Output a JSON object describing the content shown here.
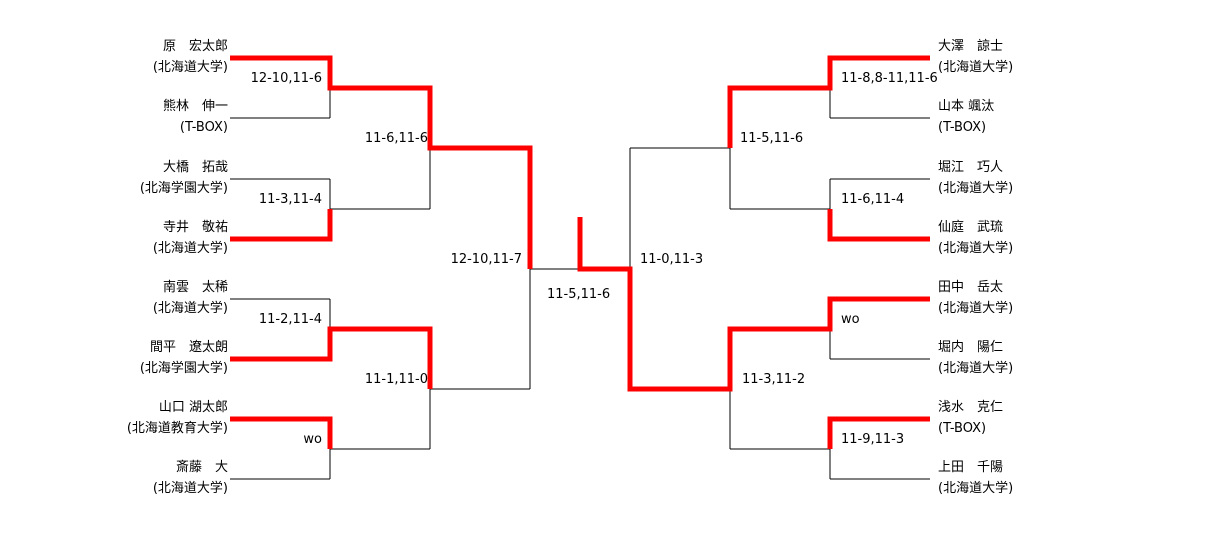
{
  "bracket": {
    "left": {
      "players": [
        {
          "name": "原　宏太郎",
          "affiliation": "(北海道大学)",
          "winner": true
        },
        {
          "name": "熊林　伸一",
          "affiliation": "(T-BOX)",
          "winner": false
        },
        {
          "name": "大橋　拓哉",
          "affiliation": "(北海学園大学)",
          "winner": false
        },
        {
          "name": "寺井　敬祐",
          "affiliation": "(北海道大学)",
          "winner": true
        },
        {
          "name": "南雲　太稀",
          "affiliation": "(北海道大学)",
          "winner": false
        },
        {
          "name": "間平　遼太朗",
          "affiliation": "(北海学園大学)",
          "winner": true
        },
        {
          "name": "山口 湖太郎",
          "affiliation": "(北海道教育大学)",
          "winner": true
        },
        {
          "name": "斎藤　大",
          "affiliation": "(北海道大学)",
          "winner": false
        }
      ],
      "round1_scores": [
        "12-10,11-6",
        "11-3,11-4",
        "11-2,11-4",
        "wo"
      ],
      "round2_scores": [
        "11-6,11-6",
        "11-1,11-0"
      ],
      "semifinal_score": "12-10,11-7"
    },
    "right": {
      "players": [
        {
          "name": "大澤　諒士",
          "affiliation": "(北海道大学)",
          "winner": true
        },
        {
          "name": "山本 颯汰",
          "affiliation": "(T-BOX)",
          "winner": false
        },
        {
          "name": "堀江　巧人",
          "affiliation": "(北海道大学)",
          "winner": false
        },
        {
          "name": "仙庭　武琉",
          "affiliation": "(北海道大学)",
          "winner": true
        },
        {
          "name": "田中　岳太",
          "affiliation": "(北海道大学)",
          "winner": true
        },
        {
          "name": "堀内　陽仁",
          "affiliation": "(北海道大学)",
          "winner": false
        },
        {
          "name": "浅水　克仁",
          "affiliation": "(T-BOX)",
          "winner": true
        },
        {
          "name": "上田　千陽",
          "affiliation": "(北海道大学)",
          "winner": false
        }
      ],
      "round1_scores": [
        "11-8,8-11,11-6",
        "11-6,11-4",
        "wo",
        "11-9,11-3"
      ],
      "round2_scores": [
        "11-5,11-6",
        "11-3,11-2"
      ],
      "semifinal_score": "11-0,11-3"
    },
    "final_score": "11-5,11-6",
    "colors": {
      "winner_path": "#ff0000",
      "line": "#000000",
      "background": "#ffffff"
    }
  }
}
